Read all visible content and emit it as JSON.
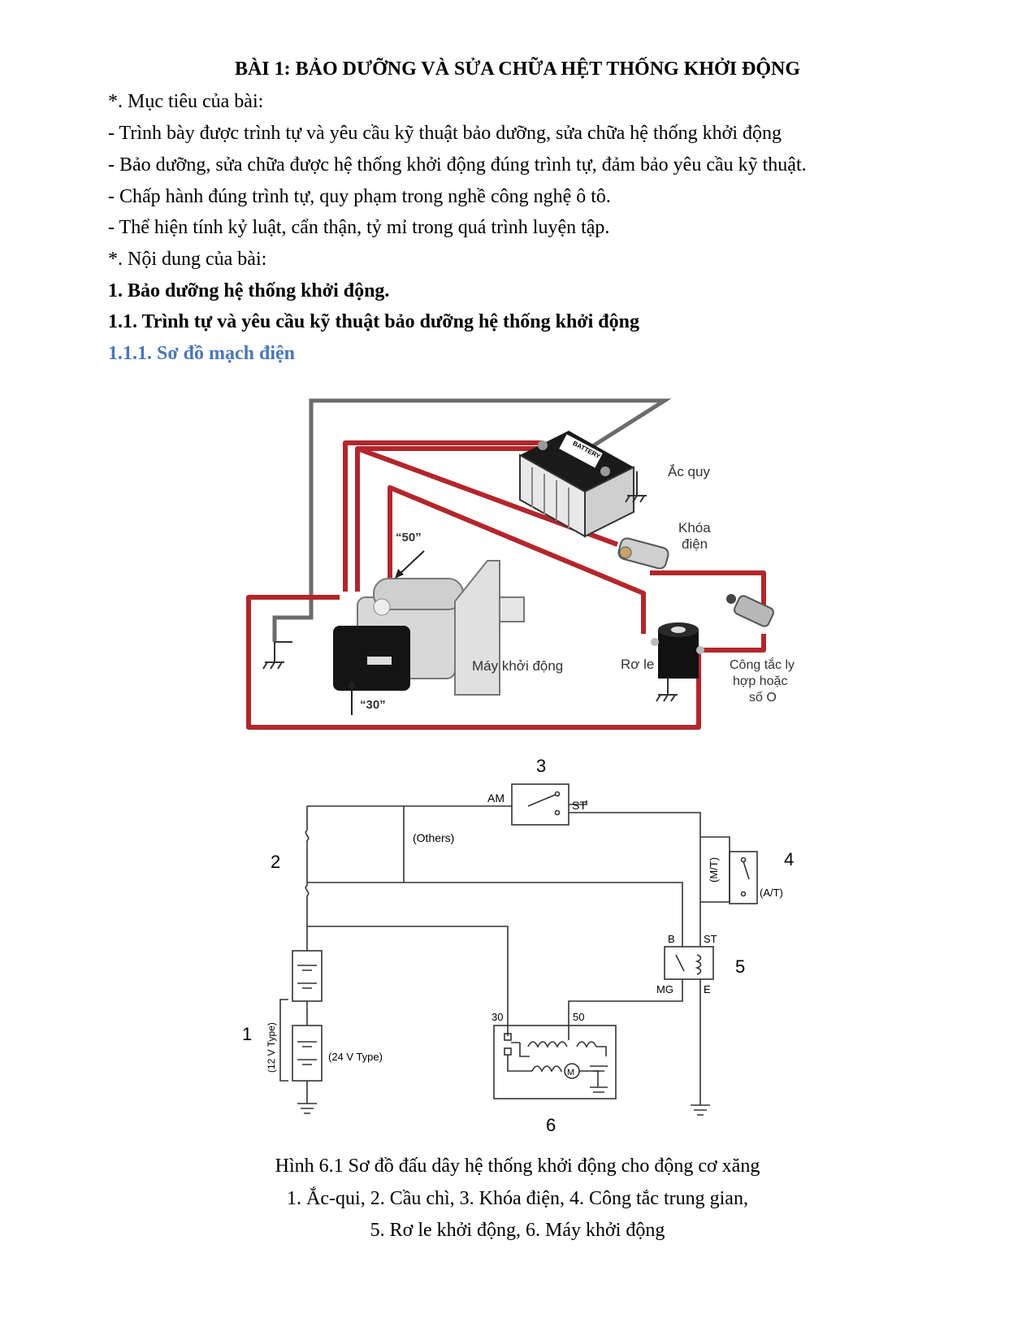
{
  "title": "BÀI 1: BẢO DƯỠNG VÀ SỬA CHỮA HỆT THỐNG KHỞI ĐỘNG",
  "objectives_heading": "*. Mục tiêu của bài:",
  "objectives": [
    "- Trình bày được trình tự và yêu cầu kỹ thuật bảo dưỡng, sửa chữa hệ thống khởi động",
    "- Bảo dưỡng, sửa chữa được hệ thống khởi động đúng trình tự, đảm bảo yêu cầu kỹ thuật.",
    "- Chấp hành đúng trình tự, quy phạm trong nghề công nghệ ô tô.",
    "- Thể hiện tính kỷ luật, cẩn thận, tỷ mỉ trong quá trình luyện tập."
  ],
  "content_heading": "*. Nội dung của bài:",
  "section_1": "1. Bảo dưỡng hệ thống khởi động.",
  "section_1_1": "1.1. Trình tự và yêu cầu kỹ thuật bảo dưỡng hệ thống khởi động",
  "section_1_1_1": "1.1.1. Sơ đồ mạch điện",
  "pictorial": {
    "battery_label": "Ắc quy",
    "battery_brand": "BATTERY",
    "ignition_label_1": "Khóa",
    "ignition_label_2": "điện",
    "terminal_50": "“50”",
    "terminal_30": "“30”",
    "starter_label": "Máy khởi động",
    "relay_label": "Rơ le",
    "switch_label_1": "Công tắc ly",
    "switch_label_2": "hợp hoặc",
    "switch_label_3": "số O",
    "wire_red": "#b3262b",
    "wire_gray": "#6b6b6b"
  },
  "schematic": {
    "n1": "1",
    "n2": "2",
    "n3": "3",
    "n4": "4",
    "n5": "5",
    "n6": "6",
    "am": "AM",
    "st_switch": "ST",
    "others": "(Others)",
    "mt": "(M/T)",
    "at": "(A/T)",
    "b": "B",
    "st_relay": "ST",
    "mg": "MG",
    "e": "E",
    "t30": "30",
    "t50": "50",
    "v12": "(12 V Type)",
    "v24": "(24 V Type)",
    "motor": "M"
  },
  "caption": [
    "Hình 6.1 Sơ đồ đấu dây hệ thống khởi động cho động cơ xăng",
    "1. Ắc-qui, 2. Cầu chì, 3. Khóa điện, 4. Công tắc trung gian,",
    "5. Rơ le khởi động, 6. Máy khởi động"
  ]
}
